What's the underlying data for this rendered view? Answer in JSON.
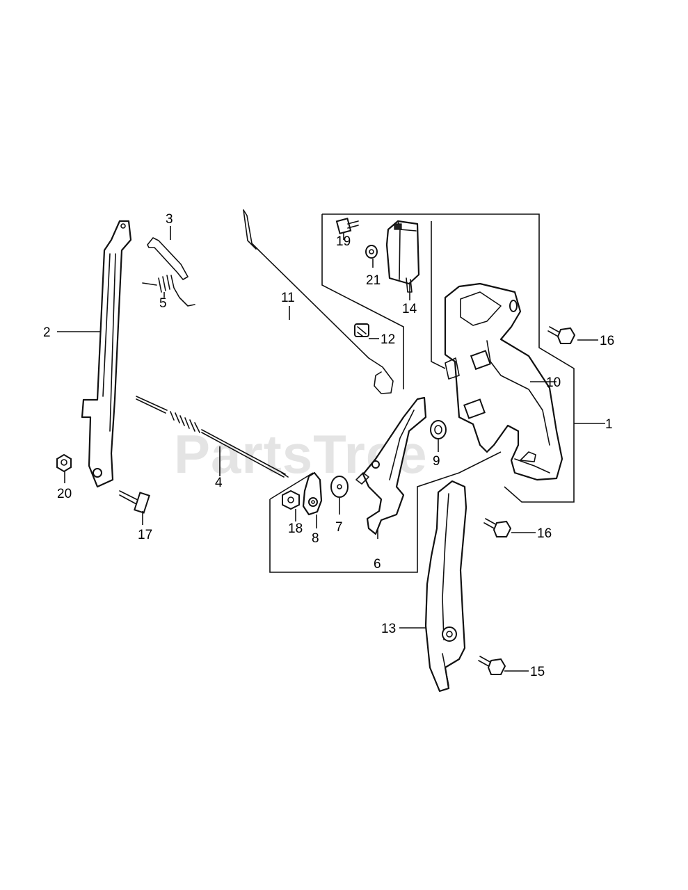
{
  "watermark": "PartsTree",
  "callouts": [
    {
      "id": "1",
      "label": "1"
    },
    {
      "id": "2",
      "label": "2"
    },
    {
      "id": "3",
      "label": "3"
    },
    {
      "id": "4",
      "label": "4"
    },
    {
      "id": "5",
      "label": "5"
    },
    {
      "id": "6",
      "label": "6"
    },
    {
      "id": "7",
      "label": "7"
    },
    {
      "id": "8",
      "label": "8"
    },
    {
      "id": "9",
      "label": "9"
    },
    {
      "id": "10",
      "label": "10"
    },
    {
      "id": "11",
      "label": "11"
    },
    {
      "id": "12",
      "label": "12"
    },
    {
      "id": "13",
      "label": "13"
    },
    {
      "id": "14",
      "label": "14"
    },
    {
      "id": "15",
      "label": "15"
    },
    {
      "id": "16a",
      "label": "16"
    },
    {
      "id": "16b",
      "label": "16"
    },
    {
      "id": "17",
      "label": "17"
    },
    {
      "id": "18",
      "label": "18"
    },
    {
      "id": "19",
      "label": "19"
    },
    {
      "id": "20",
      "label": "20"
    },
    {
      "id": "21",
      "label": "21"
    }
  ]
}
